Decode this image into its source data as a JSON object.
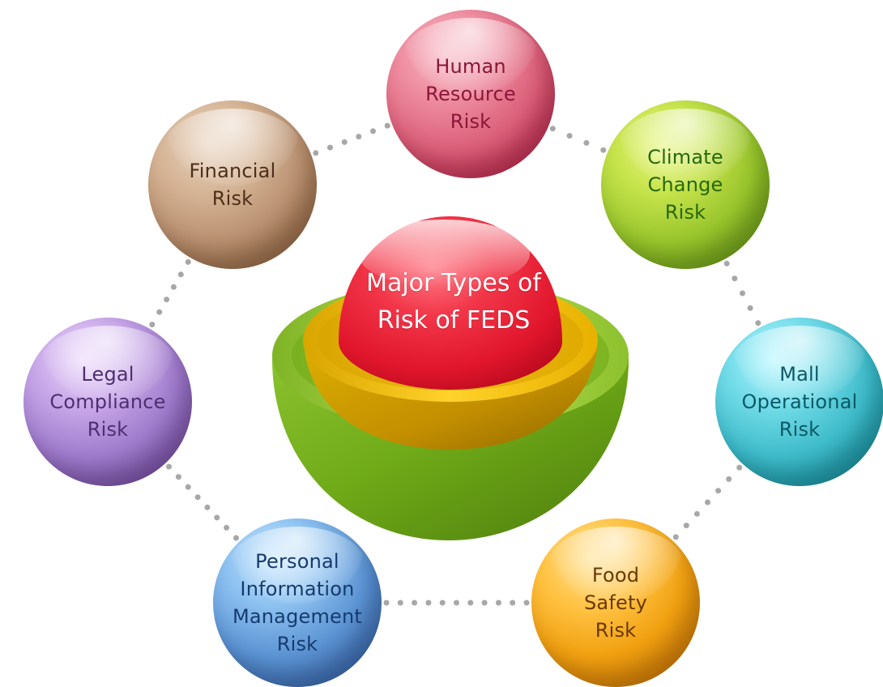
{
  "diagram": {
    "center": {
      "title": "Major Types of\nRisk of FEDS"
    },
    "nodes": [
      {
        "id": "human-resource",
        "label": "Human\nResource\nRisk"
      },
      {
        "id": "climate-change",
        "label": "Climate\nChange\nRisk"
      },
      {
        "id": "financial",
        "label": "Financial\nRisk"
      },
      {
        "id": "legal-compliance",
        "label": "Legal\nCompliance\nRisk"
      },
      {
        "id": "mall-operational",
        "label": "Mall\nOperational\nRisk"
      },
      {
        "id": "personal-information-management",
        "label": "Personal\nInformation\nManagement\nRisk"
      },
      {
        "id": "food-safety",
        "label": "Food\nSafety\nRisk"
      }
    ]
  }
}
